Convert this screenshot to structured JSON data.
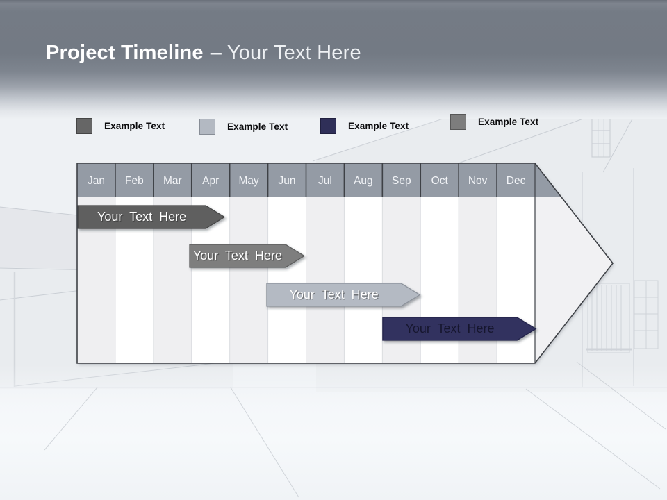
{
  "slide": {
    "title_bold": "Project Timeline",
    "title_light": "– Your Text Here"
  },
  "legend": {
    "items": [
      {
        "label": "Example Text",
        "color": "#666666",
        "border": "#454545"
      },
      {
        "label": "Example Text",
        "color": "#b3b9c2",
        "border": "#878d96"
      },
      {
        "label": "Example Text",
        "color": "#2f2f58",
        "border": "#20203f"
      },
      {
        "label": "Example Text",
        "color": "#7d7d7d",
        "border": "#575757"
      }
    ]
  },
  "chart_data": {
    "type": "gantt",
    "title": "Project Timeline",
    "categories": [
      "Jan",
      "Feb",
      "Mar",
      "Apr",
      "May",
      "Jun",
      "Jul",
      "Aug",
      "Sep",
      "Oct",
      "Nov",
      "Dec"
    ],
    "axis": {
      "unit": "month",
      "range": [
        0,
        12
      ]
    },
    "header_fill": "#949ba5",
    "header_text_color": "#f2f4f7",
    "stripe_colors": [
      "#efeff1",
      "#ffffff"
    ],
    "arrow_fill": "#f1f1f3",
    "outline_color": "#3e4146",
    "bars": [
      {
        "label": "Your Text Here",
        "row": 0,
        "start_month": 0.02,
        "end_month": 3.37,
        "fill": "#5f5f5f",
        "stroke": "#454545",
        "text_color": "#ffffff"
      },
      {
        "label": "Your Text Here",
        "row": 1,
        "start_month": 2.95,
        "end_month": 5.46,
        "fill": "#7e7e7e",
        "stroke": "#5c5c5c",
        "text_color": "#ffffff"
      },
      {
        "label": "Your Text Here",
        "row": 2,
        "start_month": 4.97,
        "end_month": 8.49,
        "fill": "#b4bac3",
        "stroke": "#8b919a",
        "text_color": "#ffffff"
      },
      {
        "label": "Your Text Here",
        "row": 3,
        "start_month": 8.01,
        "end_month": 11.53,
        "fill": "#33335f",
        "stroke": "#22224a",
        "text_color": "#16162e"
      }
    ]
  }
}
